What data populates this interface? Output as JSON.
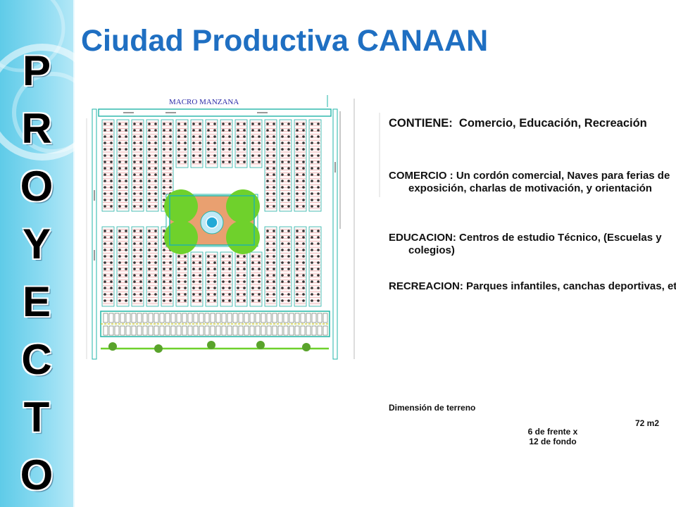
{
  "title": "Ciudad Productiva CANAAN",
  "sidebar": {
    "vertical_word": [
      "P",
      "R",
      "O",
      "Y",
      "E",
      "C",
      "T",
      "O"
    ]
  },
  "plan": {
    "label": "MACRO MANZANA",
    "colors": {
      "road": "#22b5a8",
      "lot": "#e8a0a0",
      "green": "#6fd12c",
      "plaza": "#e9a070",
      "water": "#23a9d6"
    }
  },
  "content": {
    "contiene": {
      "label": "CONTIENE:",
      "text": "Comercio, Educación, Recreación"
    },
    "comercio": {
      "label": "COMERCIO :",
      "text": "Un cordón comercial, Naves para ferias de exposición, charlas de motivación, y orientación"
    },
    "educacion": {
      "label": "EDUCACION:",
      "text": "Centros de estudio Técnico, (Escuelas y colegios)"
    },
    "recreacion": {
      "label": "RECREACION:",
      "text": "Parques infantiles, canchas deportivas, etc."
    }
  },
  "dimension": {
    "label": "Dimensión de terreno",
    "area": "72 m2",
    "frente": "6 de frente x",
    "fondo": "12 de fondo"
  }
}
